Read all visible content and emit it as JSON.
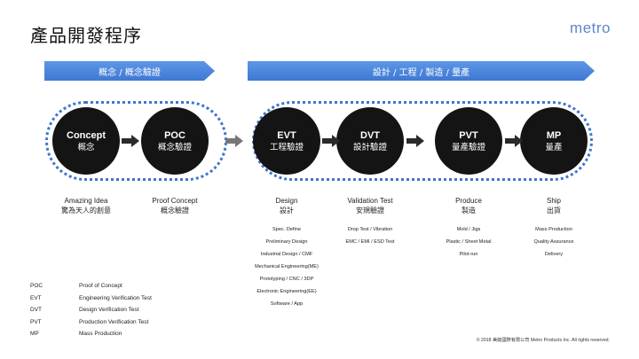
{
  "title": "產品開發程序",
  "logo": "metro",
  "banners": {
    "left": "概念 / 概念驗證",
    "right": "設計 / 工程 / 製造 / 量產"
  },
  "stages": [
    {
      "en": "Concept",
      "zh": "概念",
      "cap_en": "Amazing Idea",
      "cap_zh": "驚為天人的創意",
      "details": []
    },
    {
      "en": "POC",
      "zh": "概念驗證",
      "cap_en": "Proof Concept",
      "cap_zh": "概念驗證",
      "details": []
    },
    {
      "en": "EVT",
      "zh": "工程驗證",
      "cap_en": "Design",
      "cap_zh": "設計",
      "details": [
        "Spec. Define",
        "Preliminary Design",
        "Industrial Design / CMF",
        "Mechanical Engineering(ME)",
        "Prototyping / CNC / 3DP",
        "Electronic Engineering(EE)",
        "Software / App"
      ]
    },
    {
      "en": "DVT",
      "zh": "設計驗證",
      "cap_en": "Validation Test",
      "cap_zh": "安規驗證",
      "details": [
        "Drop Test / Vibration",
        "EMC / EMI / ESD Test"
      ]
    },
    {
      "en": "PVT",
      "zh": "量產驗證",
      "cap_en": "Produce",
      "cap_zh": "製造",
      "details": [
        "Mold / Jigs",
        "Plastic / Sheet Metal",
        "Pilot-run"
      ]
    },
    {
      "en": "MP",
      "zh": "量產",
      "cap_en": "Ship",
      "cap_zh": "出貨",
      "details": [
        "Mass Production",
        "Quality Assurance",
        "Delivery"
      ]
    }
  ],
  "glossary": [
    {
      "abbr": "POC",
      "full": "Proof of Concept"
    },
    {
      "abbr": "EVT",
      "full": "Engineering Verification Test"
    },
    {
      "abbr": "DVT",
      "full": "Design Verification Test"
    },
    {
      "abbr": "PVT",
      "full": "Production Verification Test"
    },
    {
      "abbr": "MP",
      "full": "Mass Production"
    }
  ],
  "footer": "© 2018 美啟國際有限公司  Metro Products Inc. All rights reserved.",
  "colors": {
    "accent": "#3f77cc",
    "circle": "#141414",
    "arrow": "#2b2b2b",
    "arrow_between_groups": "#777777"
  }
}
